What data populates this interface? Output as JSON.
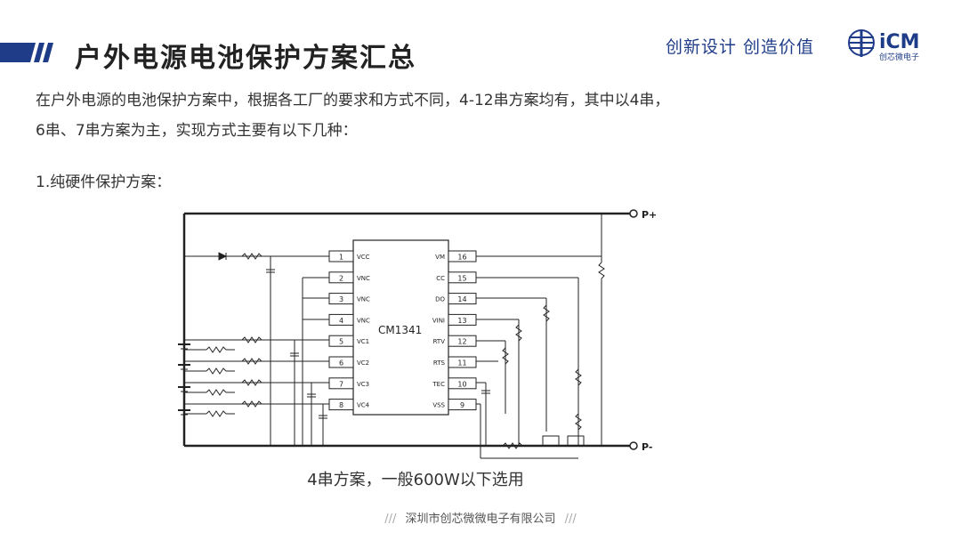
{
  "header": {
    "title": "户外电源电池保护方案汇总",
    "slogan": "创新设计  创造价值",
    "logo_text": "iCM",
    "logo_subtext": "创芯微电子"
  },
  "intro": {
    "line1": "在户外电源的电池保护方案中，根据各工厂的要求和方式不同，4-12串方案均有，其中以4串，",
    "line2": "6串、7串方案为主，实现方式主要有以下几种："
  },
  "section": {
    "label": "1.纯硬件保护方案："
  },
  "diagram": {
    "chip_name": "CM1341",
    "terminal_pos": "P+",
    "terminal_neg": "P-",
    "left_pins": [
      {
        "num": "1",
        "name": "VCC"
      },
      {
        "num": "2",
        "name": "VNC"
      },
      {
        "num": "3",
        "name": "VNC"
      },
      {
        "num": "4",
        "name": "VNC"
      },
      {
        "num": "5",
        "name": "VC1"
      },
      {
        "num": "6",
        "name": "VC2"
      },
      {
        "num": "7",
        "name": "VC3"
      },
      {
        "num": "8",
        "name": "VC4"
      }
    ],
    "right_pins": [
      {
        "num": "16",
        "name": "VM"
      },
      {
        "num": "15",
        "name": "CC"
      },
      {
        "num": "14",
        "name": "DO"
      },
      {
        "num": "13",
        "name": "VINI"
      },
      {
        "num": "12",
        "name": "RTV"
      },
      {
        "num": "11",
        "name": "RTS"
      },
      {
        "num": "10",
        "name": "TEC"
      },
      {
        "num": "9",
        "name": "VSS"
      }
    ]
  },
  "caption": "4串方案，一般600W以下选用",
  "footer": {
    "company": "深圳市创芯微微电子有限公司",
    "slashes": "///"
  },
  "colors": {
    "brand_blue": "#1f3c88",
    "text": "#333333",
    "wire": "#222222"
  }
}
